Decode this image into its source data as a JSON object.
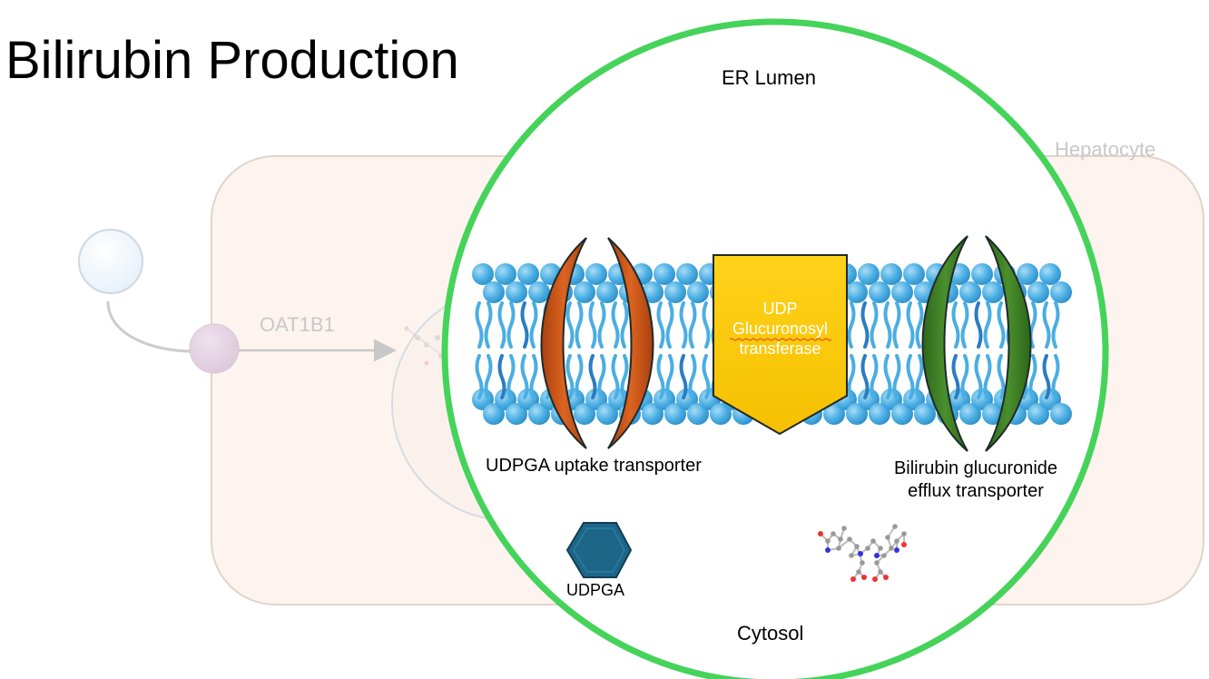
{
  "slide": {
    "title": "Bilirubin Production"
  },
  "background_layer": {
    "cell_label": "Hepatocyte",
    "transporter_label": "OAT1B1",
    "colors": {
      "cell_fill": "#fdf4ef",
      "cell_border": "#e2d3cb",
      "faded_text": "#c8c8c8",
      "blood_circle": "#eef5fc",
      "oat_circle": "#e3d2e2"
    }
  },
  "inset": {
    "region_top_label": "ER Lumen",
    "region_bottom_label": "Cytosol",
    "ring_color": "#45d35a",
    "membrane_color": "#4aaee3",
    "enzyme": {
      "label_line1": "UDP",
      "label_line2": "Glucuronosyl",
      "label_line3": "transferase",
      "color": "#ffcc00"
    },
    "uptake_transporter": {
      "label": "UDPGA uptake transporter",
      "color": "#c9561a"
    },
    "efflux_transporter": {
      "label_line1": "Bilirubin glucuronide",
      "label_line2": "efflux transporter",
      "color": "#3e7d25"
    },
    "udpga": {
      "label": "UDPGA",
      "shape": "hexagon",
      "color": "#1d6688"
    },
    "bilirubin_molecule": {
      "icon": "ball-and-stick-molecule"
    }
  }
}
